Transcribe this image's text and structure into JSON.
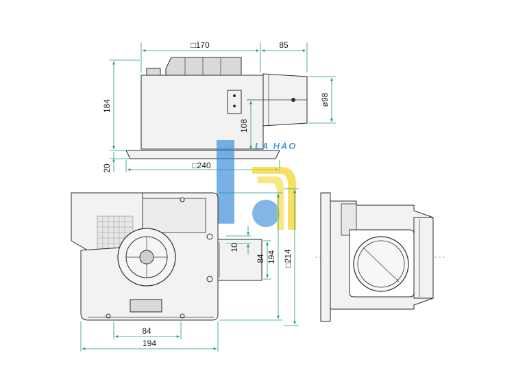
{
  "dimensions": {
    "top_width": "□170",
    "top_duct_length": "85",
    "height_total": "184",
    "duct_diameter": "ø98",
    "duct_center_height": "108",
    "grille_height": "20",
    "grille_width": "□240",
    "offset_small": "10",
    "outlet_width": "84",
    "body_depth": "194",
    "panel_square": "□214",
    "bottom_inner": "84",
    "bottom_total": "194"
  },
  "watermark": {
    "text": "LA HÀO",
    "colors": {
      "blue": "#2e86d4",
      "yellow": "#f2d21a",
      "light_blue": "#a9cfee"
    }
  },
  "colors": {
    "line": "#2a2a2a",
    "dimension_line": "#1e9a7a",
    "background": "#ffffff"
  }
}
